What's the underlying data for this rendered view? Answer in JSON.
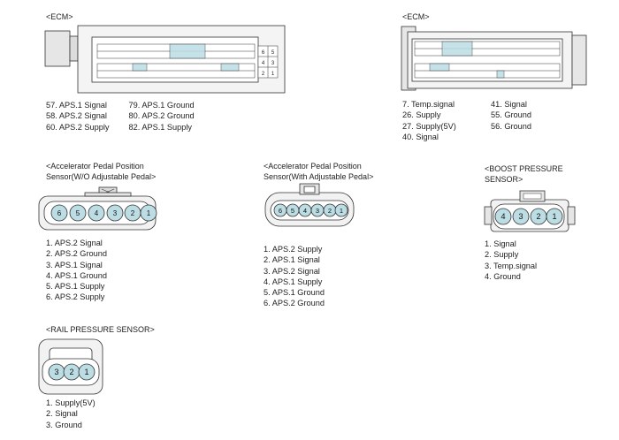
{
  "ecm1": {
    "title": "<ECM>",
    "pins": [
      [
        "57. APS.1 Signal",
        "79. APS.1 Ground"
      ],
      [
        "58. APS.2 Signal",
        "80. APS.2 Ground"
      ],
      [
        "60. APS.2 Supply",
        "82. APS.1 Supply"
      ]
    ],
    "right_block": [
      "6",
      "5",
      "4",
      "3",
      "2",
      "1"
    ]
  },
  "ecm2": {
    "title": "<ECM>",
    "col1": [
      "7. Temp.signal",
      "26. Supply",
      "27. Supply(5V)",
      "40. Signal"
    ],
    "col2": [
      "41. Signal",
      "55. Ground",
      "56. Ground"
    ]
  },
  "aps_wo": {
    "title_line1": "<Accelerator Pedal  Position",
    "title_line2": "Sensor(W/O Adjustable Pedal>",
    "pin_numbers": [
      "6",
      "5",
      "4",
      "3",
      "2",
      "1"
    ],
    "pins": [
      "1. APS.2 Signal",
      "2. APS.2 Ground",
      "3. APS.1 Signal",
      "4. APS.1 Ground",
      "5. APS.1 Supply",
      "6. APS.2 Supply"
    ]
  },
  "aps_with": {
    "title_line1": "<Accelerator Pedal  Position",
    "title_line2": "Sensor(With Adjustable Pedal>",
    "pin_numbers": [
      "6",
      "5",
      "4",
      "3",
      "2",
      "1"
    ],
    "pins": [
      "1. APS.2 Supply",
      "2. APS.1 Signal",
      "3. APS.2 Signal",
      "4. APS.1 Supply",
      "5. APS.1 Ground",
      "6. APS.2 Ground"
    ]
  },
  "boost": {
    "title_line1": "<BOOST PRESSURE",
    "title_line2": "SENSOR>",
    "pin_numbers": [
      "4",
      "3",
      "2",
      "1"
    ],
    "pins": [
      "1. Signal",
      "2. Supply",
      "3. Temp.signal",
      "4. Ground"
    ]
  },
  "rail": {
    "title": "<RAIL PRESSURE SENSOR>",
    "pin_numbers": [
      "3",
      "2",
      "1"
    ],
    "pins": [
      "1. Supply(5V)",
      "2. Signal",
      "3. Ground"
    ]
  },
  "colors": {
    "pin_fill": "#bcdde4",
    "pin_highlight": "#a9d2dc",
    "line": "#333333",
    "housing": "#e9e9e9"
  }
}
